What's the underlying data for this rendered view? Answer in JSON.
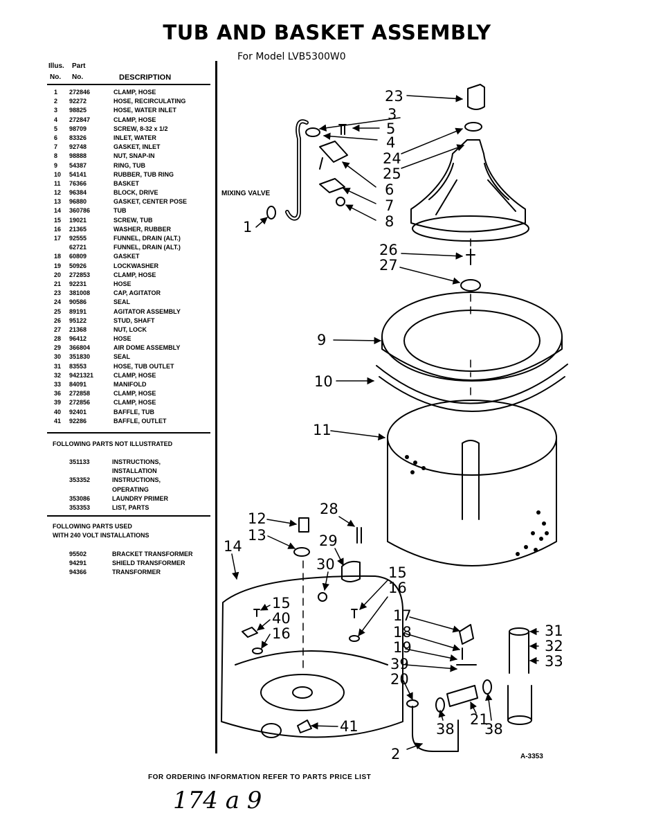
{
  "title": "TUB AND BASKET ASSEMBLY",
  "subtitle": "For Model LVB5300W0",
  "table_header": {
    "illus": "Illus.",
    "part": "Part",
    "no1": "No.",
    "no2": "No.",
    "description": "DESCRIPTION"
  },
  "parts": [
    {
      "no": "1",
      "part": "272846",
      "desc": "CLAMP, HOSE"
    },
    {
      "no": "2",
      "part": "92272",
      "desc": "HOSE, RECIRCULATING"
    },
    {
      "no": "3",
      "part": "98825",
      "desc": "HOSE, WATER INLET"
    },
    {
      "no": "4",
      "part": "272847",
      "desc": "CLAMP, HOSE"
    },
    {
      "no": "5",
      "part": "98709",
      "desc": "SCREW, 8-32 x 1/2"
    },
    {
      "no": "6",
      "part": "83326",
      "desc": "INLET, WATER"
    },
    {
      "no": "7",
      "part": "92748",
      "desc": "GASKET, INLET"
    },
    {
      "no": "8",
      "part": "98888",
      "desc": "NUT, SNAP-IN"
    },
    {
      "no": "9",
      "part": "54387",
      "desc": "RING, TUB"
    },
    {
      "no": "10",
      "part": "54141",
      "desc": "RUBBER, TUB RING"
    },
    {
      "no": "11",
      "part": "76366",
      "desc": "BASKET"
    },
    {
      "no": "12",
      "part": "96384",
      "desc": "BLOCK, DRIVE"
    },
    {
      "no": "13",
      "part": "96880",
      "desc": "GASKET, CENTER POSE"
    },
    {
      "no": "14",
      "part": "360786",
      "desc": "TUB"
    },
    {
      "no": "15",
      "part": "19021",
      "desc": "SCREW, TUB"
    },
    {
      "no": "16",
      "part": "21365",
      "desc": "WASHER, RUBBER"
    },
    {
      "no": "17",
      "part": "92555",
      "desc": "FUNNEL, DRAIN (ALT.)"
    },
    {
      "no": "",
      "part": "62721",
      "desc": "FUNNEL, DRAIN (ALT.)"
    },
    {
      "no": "18",
      "part": "60809",
      "desc": "GASKET"
    },
    {
      "no": "19",
      "part": "50926",
      "desc": "LOCKWASHER"
    },
    {
      "no": "20",
      "part": "272853",
      "desc": "CLAMP, HOSE"
    },
    {
      "no": "21",
      "part": "92231",
      "desc": "HOSE"
    },
    {
      "no": "23",
      "part": "381008",
      "desc": "CAP, AGITATOR"
    },
    {
      "no": "24",
      "part": "90586",
      "desc": "SEAL"
    },
    {
      "no": "25",
      "part": "89191",
      "desc": "AGITATOR ASSEMBLY"
    },
    {
      "no": "26",
      "part": "95122",
      "desc": "STUD, SHAFT"
    },
    {
      "no": "27",
      "part": "21368",
      "desc": "NUT, LOCK"
    },
    {
      "no": "28",
      "part": "96412",
      "desc": "HOSE"
    },
    {
      "no": "29",
      "part": "366804",
      "desc": "AIR DOME ASSEMBLY"
    },
    {
      "no": "30",
      "part": "351830",
      "desc": "SEAL"
    },
    {
      "no": "31",
      "part": "83553",
      "desc": "HOSE, TUB OUTLET"
    },
    {
      "no": "32",
      "part": "9421321",
      "desc": "CLAMP, HOSE"
    },
    {
      "no": "33",
      "part": "84091",
      "desc": "MANIFOLD"
    },
    {
      "no": "36",
      "part": "272858",
      "desc": "CLAMP, HOSE"
    },
    {
      "no": "39",
      "part": "272856",
      "desc": "CLAMP, HOSE"
    },
    {
      "no": "40",
      "part": "92401",
      "desc": "BAFFLE, TUB"
    },
    {
      "no": "41",
      "part": "92286",
      "desc": "BAFFLE, OUTLET"
    }
  ],
  "not_illustrated": {
    "header": "FOLLOWING PARTS NOT ILLUSTRATED",
    "items": [
      {
        "part": "351133",
        "desc": "INSTRUCTIONS,"
      },
      {
        "part": "",
        "desc": "INSTALLATION"
      },
      {
        "part": "353352",
        "desc": "INSTRUCTIONS,"
      },
      {
        "part": "",
        "desc": "OPERATING"
      },
      {
        "part": "353086",
        "desc": "LAUNDRY PRIMER"
      },
      {
        "part": "353353",
        "desc": "LIST, PARTS"
      }
    ]
  },
  "volt_240": {
    "header_line1": "FOLLOWING PARTS USED",
    "header_line2": "WITH 240 VOLT INSTALLATIONS",
    "items": [
      {
        "part": "95502",
        "desc": "BRACKET TRANSFORMER"
      },
      {
        "part": "94291",
        "desc": "SHIELD TRANSFORMER"
      },
      {
        "part": "94366",
        "desc": "TRANSFORMER"
      }
    ]
  },
  "mixing_valve_label": "MIXING VALVE",
  "callouts": {
    "c1": "1",
    "c2": "2",
    "c3": "3",
    "c4": "4",
    "c5": "5",
    "c6": "6",
    "c7": "7",
    "c8": "8",
    "c9": "9",
    "c10": "10",
    "c11": "11",
    "c12": "12",
    "c13": "13",
    "c14": "14",
    "c15a": "15",
    "c15b": "15",
    "c16a": "16",
    "c16b": "16",
    "c17": "17",
    "c18": "18",
    "c19": "19",
    "c20": "20",
    "c21": "21",
    "c23": "23",
    "c24": "24",
    "c25": "25",
    "c26": "26",
    "c27": "27",
    "c28": "28",
    "c29": "29",
    "c30": "30",
    "c31": "31",
    "c32": "32",
    "c33": "33",
    "c38a": "38",
    "c38b": "38",
    "c39": "39",
    "c40": "40",
    "c41": "41"
  },
  "drawing_ref": "A-3353",
  "footer": "FOR ORDERING INFORMATION REFER TO PARTS PRICE LIST",
  "handwritten": "174 a 9"
}
